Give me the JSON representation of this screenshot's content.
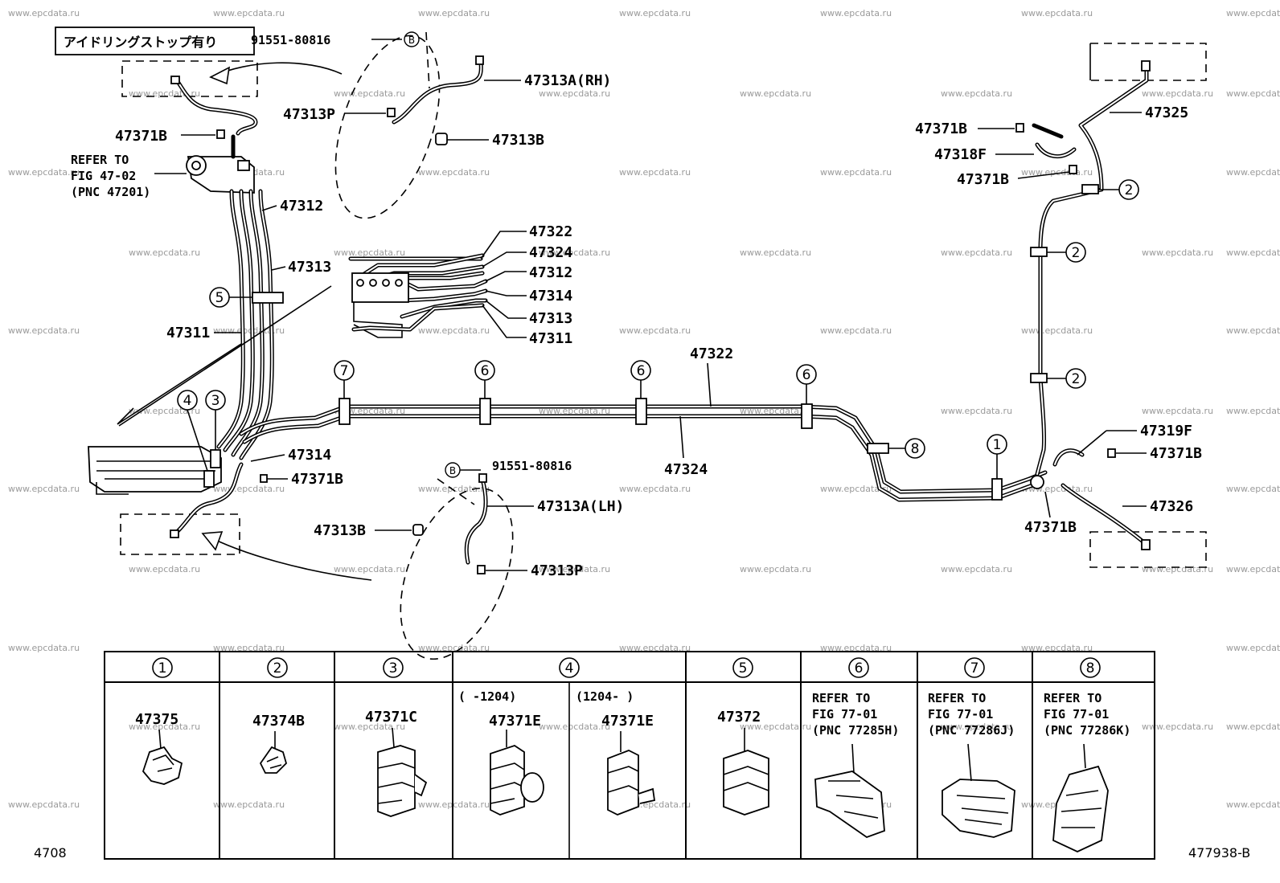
{
  "watermark": "www.epcdata.ru",
  "page_code_left": "4708",
  "page_code_right": "477938-B",
  "idling_stop_label": "アイドリングストップ有り",
  "labels": {
    "p91551_top": "91551-80816",
    "p91551_bottom": "91551-80816",
    "marker_b": "B",
    "p47313A_RH": "47313A(RH)",
    "p47313A_LH": "47313A(LH)",
    "p47313P_top": "47313P",
    "p47313P_bottom": "47313P",
    "p47313B_top": "47313B",
    "p47313B_bottom": "47313B",
    "p47371B_1": "47371B",
    "p47371B_2": "47371B",
    "p47371B_3": "47371B",
    "p47371B_4": "47371B",
    "p47371B_5": "47371B",
    "p47371B_6": "47371B",
    "refer_line1": "REFER TO",
    "refer_line2": "FIG 47-02",
    "refer_line3": "(PNC 47201)",
    "p47312_main": "47312",
    "p47313_main": "47313",
    "p47311_main": "47311",
    "p47314_main": "47314",
    "inset": [
      "47322",
      "47324",
      "47312",
      "47314",
      "47313",
      "47311"
    ],
    "p47322_main": "47322",
    "p47324_main": "47324",
    "p47325": "47325",
    "p47318F": "47318F",
    "p47319F": "47319F",
    "p47326": "47326"
  },
  "clamp_callouts": [
    "1",
    "2",
    "3",
    "4",
    "5",
    "6",
    "7",
    "8"
  ],
  "legend_table": {
    "headers": [
      "1",
      "2",
      "3",
      "4",
      "5",
      "6",
      "7",
      "8"
    ],
    "col4_sub": [
      "(     -1204)",
      "(1204-     )"
    ],
    "parts": [
      "47375",
      "47374B",
      "47371C",
      "47371E",
      "47371E",
      "47372"
    ],
    "refer": [
      [
        "REFER TO",
        "FIG 77-01",
        "(PNC 77285H)"
      ],
      [
        "REFER TO",
        "FIG 77-01",
        "(PNC 77286J)"
      ],
      [
        "REFER TO",
        "FIG 77-01",
        "(PNC 77286K)"
      ]
    ]
  }
}
